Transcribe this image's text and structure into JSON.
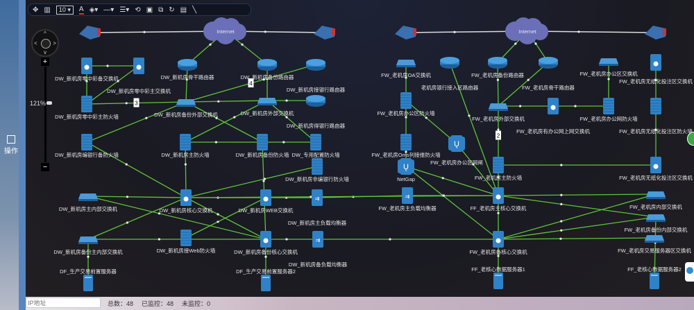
{
  "sidebar": {
    "tab_label": "操作"
  },
  "toolbar": {
    "font_size": "10",
    "items": [
      "move-icon",
      "fit-icon",
      "font-size",
      "text-color-icon",
      "node-style-icon",
      "line-style-icon",
      "line-width-icon",
      "paint-icon",
      "delete-icon",
      "copy-icon",
      "refresh-icon",
      "save-icon",
      "draw-line-icon"
    ]
  },
  "zoom": {
    "level": "121%",
    "plus": "+",
    "minus": "−"
  },
  "bottom": {
    "ip_placeholder": "IP地址",
    "total": "总数：48",
    "monitored": "已监控：48",
    "unmonitored": "未监控：0"
  },
  "colors": {
    "link": "#5fc43a",
    "device": "#2f82c7",
    "cloud": "#6a6fb8"
  },
  "nodes": [
    {
      "id": "gw1",
      "type": "gateway",
      "label": ""
    },
    {
      "id": "inet1",
      "type": "cloud",
      "label": "Internet"
    },
    {
      "id": "gw2",
      "type": "gateway",
      "label": ""
    },
    {
      "id": "n1",
      "type": "l3",
      "label": "DW_新机房零中彩备交换机"
    },
    {
      "id": "n2",
      "type": "l3",
      "label": "DW_新机房零中彩主交换机"
    },
    {
      "id": "n3",
      "type": "router",
      "label": "DW_新机房骨干路由器"
    },
    {
      "id": "n4",
      "type": "router",
      "label": "DW_新机房备份路由器"
    },
    {
      "id": "n5",
      "type": "router",
      "label": "DW_新机房接银行路由器"
    },
    {
      "id": "n6",
      "type": "firewall",
      "label": "DW_新机房零中彩主防火墙"
    },
    {
      "id": "n7",
      "type": "switch",
      "label": "DW_新机房备份外部交换机"
    },
    {
      "id": "n8",
      "type": "switch",
      "label": "DW_新机房外部交换机"
    },
    {
      "id": "n9",
      "type": "router",
      "label": "DW_新机房得银行路由器"
    },
    {
      "id": "n10",
      "type": "firewall",
      "label": "DW_新机房编银行备防火墙"
    },
    {
      "id": "n11",
      "type": "firewall",
      "label": "DW_新机房主防火墙"
    },
    {
      "id": "n12",
      "type": "firewall",
      "label": "DW_新机房备份防火墙"
    },
    {
      "id": "n13",
      "type": "firewall",
      "label": "DW_专用配置防火墙"
    },
    {
      "id": "n14",
      "type": "firewall",
      "label": "DW_新机房非编银行防火墙"
    },
    {
      "id": "n15",
      "type": "switch",
      "label": "DW_新机房主内部交换机"
    },
    {
      "id": "n16",
      "type": "l3",
      "label": "DW_新机房核心交换机"
    },
    {
      "id": "n17",
      "type": "l3",
      "label": "DW_新机房WEB交换机"
    },
    {
      "id": "n18",
      "type": "lb",
      "label": "DW_新机房主负载均衡器"
    },
    {
      "id": "n19",
      "type": "switch",
      "label": "DW_新机房备份主内部交换机"
    },
    {
      "id": "n20",
      "type": "firewall",
      "label": "DW_新机房接Web防火墙"
    },
    {
      "id": "n21",
      "type": "l3",
      "label": "DW_新机房备份核心交换机"
    },
    {
      "id": "n22",
      "type": "lb",
      "label": "DW_新机房备负载均衡器"
    },
    {
      "id": "n23",
      "type": "server",
      "label": "DF_生产交易前置服务器"
    },
    {
      "id": "n24",
      "type": "server",
      "label": "DF_生产交易前置服务器2"
    },
    {
      "id": "gw3",
      "type": "gateway",
      "label": ""
    },
    {
      "id": "inet2",
      "type": "cloud",
      "label": "Internet"
    },
    {
      "id": "gw4",
      "type": "gateway",
      "label": ""
    },
    {
      "id": "m1",
      "type": "switch",
      "label": "FW_老机房OA交换机"
    },
    {
      "id": "m2",
      "type": "router",
      "label": "老机房银行接入区路由器"
    },
    {
      "id": "m3",
      "type": "router",
      "label": "FW_老机房备份路由器"
    },
    {
      "id": "m4",
      "type": "router",
      "label": "FW_老机房骨干路由器"
    },
    {
      "id": "m5",
      "type": "switch",
      "label": "FW_老机房办公区交换机"
    },
    {
      "id": "m6",
      "type": "l3",
      "label": "FW_老机房无纸化投注区交换机"
    },
    {
      "id": "m7",
      "type": "firewall",
      "label": "FW_老机房办公区防火墙"
    },
    {
      "id": "m8",
      "type": "switch",
      "label": "FW_老机房外部交换机"
    },
    {
      "id": "m9",
      "type": "l3",
      "label": "FW_老机房有办公网上网交换机"
    },
    {
      "id": "m10",
      "type": "firewall",
      "label": "FW_老机房办公网防火墙"
    },
    {
      "id": "m11",
      "type": "firewall",
      "label": "FW_老机房无纸化投注区防火墙"
    },
    {
      "id": "m12",
      "type": "firewall",
      "label": "FW_老机房Oms列接维防火墙"
    },
    {
      "id": "m13",
      "type": "gap",
      "label": "FW_老机房办公区网闸"
    },
    {
      "id": "m14",
      "type": "gap",
      "label": "NetGap"
    },
    {
      "id": "m15",
      "type": "firewall",
      "label": "FW_老机房主防火墙"
    },
    {
      "id": "m16",
      "type": "l3",
      "label": "FW_老机房无纸化投注区交换机"
    },
    {
      "id": "m17",
      "type": "lb",
      "label": "FW_老机房主负载均衡器"
    },
    {
      "id": "m18",
      "type": "l3",
      "label": "FF_老机房主核心交换机"
    },
    {
      "id": "m19",
      "type": "switch",
      "label": "FW_老机房内部交换机"
    },
    {
      "id": "m20",
      "type": "switch",
      "label": "FW_老机房备份内部交换机"
    },
    {
      "id": "m21",
      "type": "l3",
      "label": "FW_老机房备核心交换机"
    },
    {
      "id": "m22",
      "type": "switch",
      "label": "FW_老机房交易服务器区交换机"
    },
    {
      "id": "m23",
      "type": "server",
      "label": "FF_老核心数据服务器1"
    },
    {
      "id": "m24",
      "type": "server",
      "label": "FF_老核心数据服务器2"
    }
  ],
  "links": [
    [
      "gw1",
      "inet1"
    ],
    [
      "inet1",
      "gw2"
    ],
    [
      "gw3",
      "inet2"
    ],
    [
      "inet2",
      "gw4"
    ],
    [
      "inet1",
      "n3"
    ],
    [
      "inet1",
      "n4"
    ],
    [
      "n1",
      "n2"
    ],
    [
      "n1",
      "n6"
    ],
    [
      "n2",
      "n6"
    ],
    [
      "n3",
      "n7"
    ],
    [
      "n4",
      "n8"
    ],
    [
      "n5",
      "n7"
    ],
    [
      "n6",
      "n7"
    ],
    [
      "n7",
      "n8"
    ],
    [
      "n8",
      "n9"
    ],
    [
      "n7",
      "n10"
    ],
    [
      "n7",
      "n12"
    ],
    [
      "n8",
      "n11"
    ],
    [
      "n8",
      "n13"
    ],
    [
      "n11",
      "n12"
    ],
    [
      "n12",
      "n13"
    ],
    [
      "n11",
      "n16"
    ],
    [
      "n10",
      "n16"
    ],
    [
      "n12",
      "n21"
    ],
    [
      "n14",
      "n16"
    ],
    [
      "n15",
      "n16"
    ],
    [
      "n15",
      "n21"
    ],
    [
      "n16",
      "n17"
    ],
    [
      "n16",
      "n21"
    ],
    [
      "n19",
      "n16"
    ],
    [
      "n19",
      "n21"
    ],
    [
      "n20",
      "n17"
    ],
    [
      "n19",
      "n23"
    ],
    [
      "n21",
      "n24"
    ],
    [
      "n21",
      "n22"
    ],
    [
      "n17",
      "n18"
    ],
    [
      "n18",
      "m17"
    ],
    [
      "n22",
      "m21"
    ],
    [
      "n16",
      "m18"
    ],
    [
      "inet2",
      "m3"
    ],
    [
      "inet2",
      "m4"
    ],
    [
      "m1",
      "m7"
    ],
    [
      "m3",
      "m8"
    ],
    [
      "m4",
      "m8"
    ],
    [
      "m8",
      "m9"
    ],
    [
      "m9",
      "m10"
    ],
    [
      "m5",
      "m10"
    ],
    [
      "m6",
      "m11"
    ],
    [
      "m11",
      "m16"
    ],
    [
      "m8",
      "m15"
    ],
    [
      "m2",
      "m18"
    ],
    [
      "m7",
      "m12"
    ],
    [
      "m7",
      "m13"
    ],
    [
      "m12",
      "m14"
    ],
    [
      "m13",
      "m18"
    ],
    [
      "m14",
      "m18"
    ],
    [
      "m14",
      "m21"
    ],
    [
      "m15",
      "m16"
    ],
    [
      "m15",
      "m18"
    ],
    [
      "m17",
      "m18"
    ],
    [
      "m18",
      "m21"
    ],
    [
      "m18",
      "m19"
    ],
    [
      "m18",
      "m20"
    ],
    [
      "m21",
      "m19"
    ],
    [
      "m21",
      "m20"
    ],
    [
      "m21",
      "m22"
    ],
    [
      "m21",
      "m23"
    ],
    [
      "m20",
      "m24"
    ]
  ],
  "link_badges": {
    "n6-n7": "3",
    "n5-n7": "4",
    "m8-m15": "2"
  }
}
